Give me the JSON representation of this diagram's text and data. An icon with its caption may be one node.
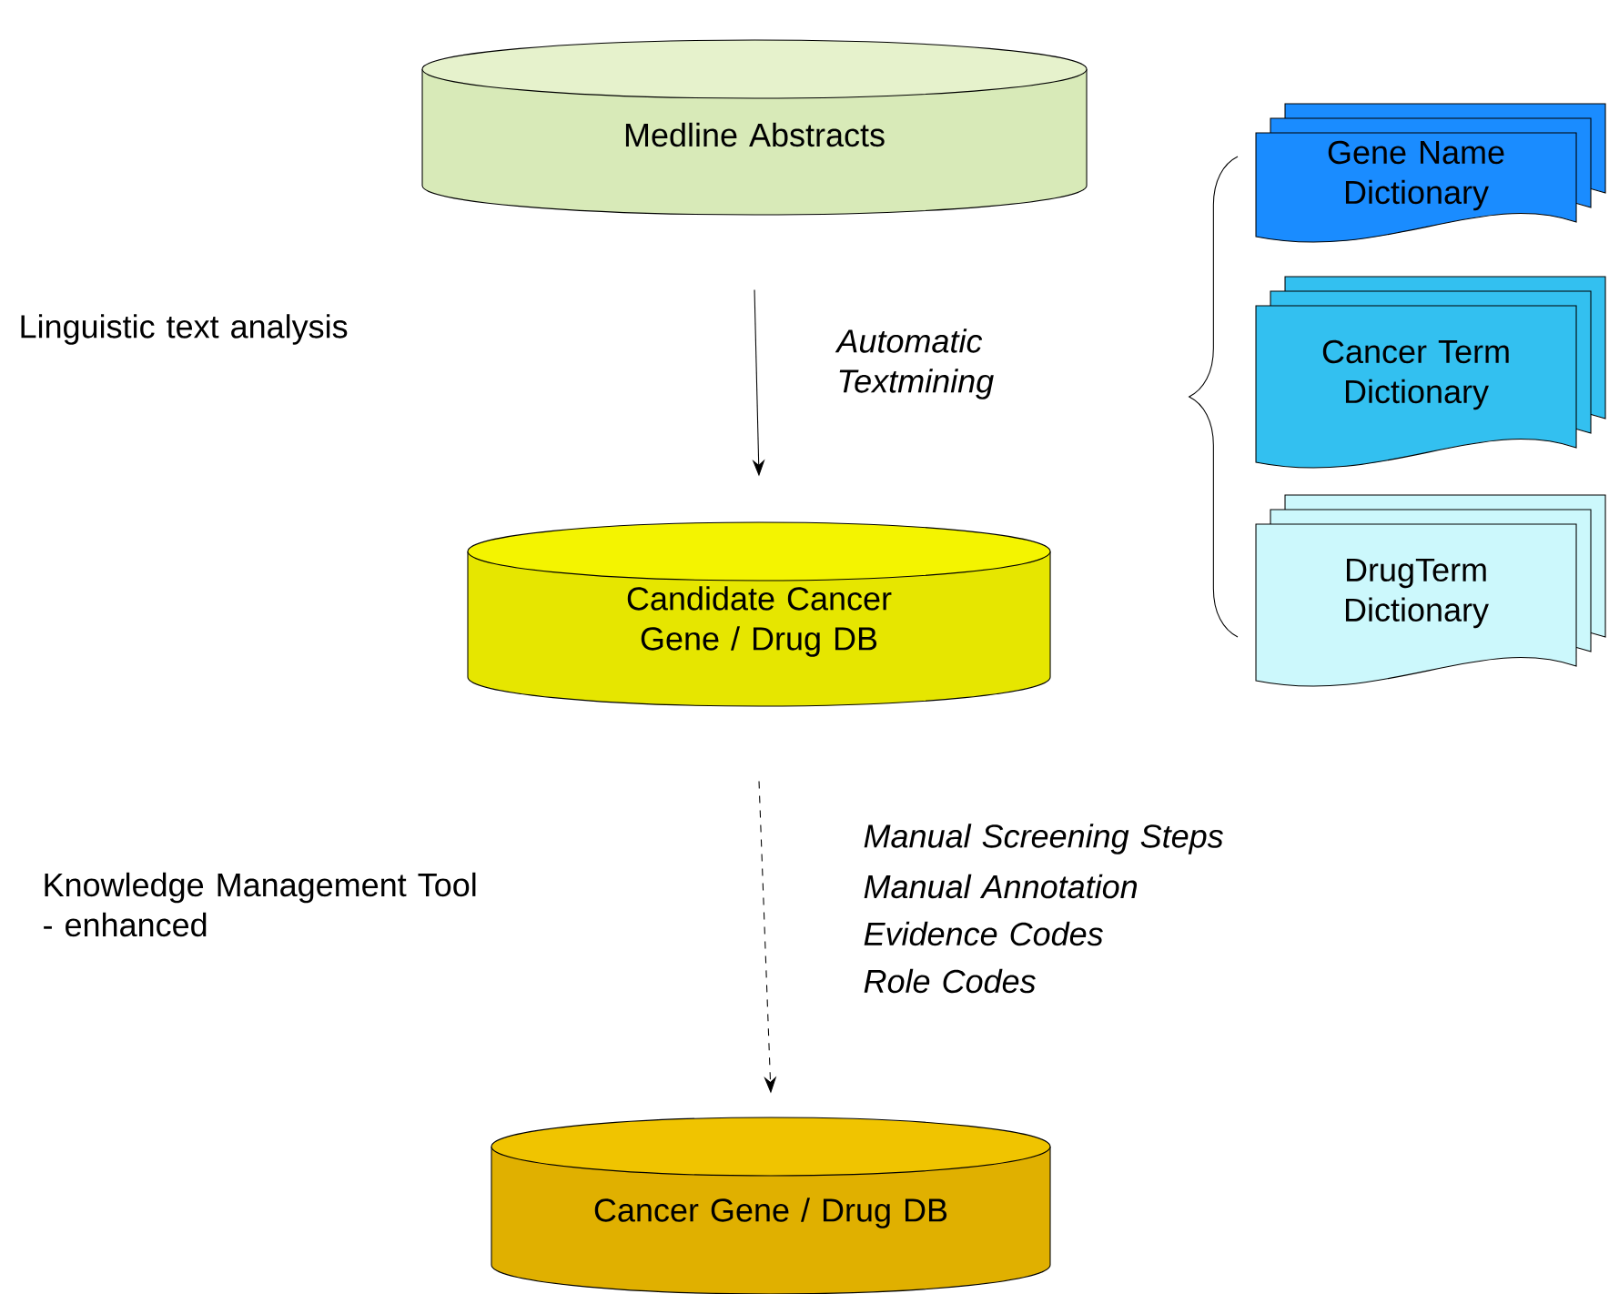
{
  "diagram": {
    "nodes": [
      {
        "text": [
          "Medline Abstracts"
        ]
      },
      {
        "text": [
          "Gene Name Dictionary"
        ]
      },
      {
        "text": [
          "Cancer Term Dictionary"
        ]
      },
      {
        "text": [
          "DrugTerm Dictionary"
        ]
      },
      {
        "text": [
          "Candidate Cancer Gene / Drug DB"
        ]
      },
      {
        "text": [
          "Cancer Gene / Drug DB"
        ]
      }
    ],
    "edges": [
      {
        "from": 0,
        "to": 4,
        "arrow": "to",
        "label": "Automatic Textmining"
      },
      {
        "from": 4,
        "to": 5,
        "arrow": "to",
        "style": "dashed"
      }
    ],
    "labels": [
      "Linguistic text analysis",
      "Knowledge Management Tool - enhanced",
      "Manual Screening Steps",
      "Manual Annotation",
      "Evidence Codes",
      "Role Codes"
    ]
  }
}
